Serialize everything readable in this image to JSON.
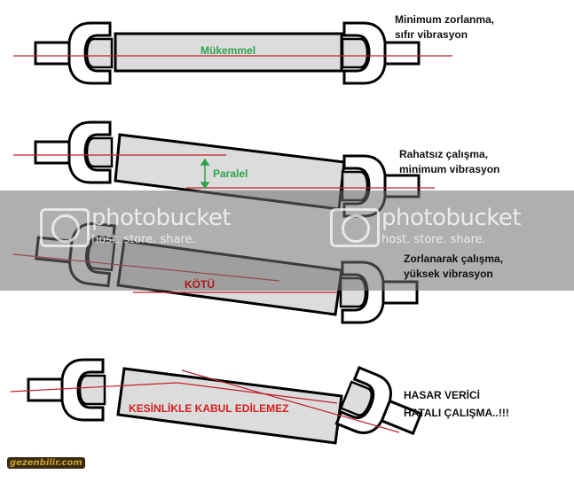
{
  "rows": [
    {
      "label": "Mükemmel",
      "label_color": "#2ea44f",
      "note": [
        "Minimum zorlanma,",
        "sıfır vibrasyon"
      ]
    },
    {
      "label": "Paralel",
      "label_color": "#2ea44f",
      "note": [
        "Rahatsız çalışma,",
        "minimum vibrasyon"
      ]
    },
    {
      "label": "KÖTÜ",
      "label_color": "#b01818",
      "note": [
        "Zorlanarak çalışma,",
        "yüksek vibrasyon"
      ]
    },
    {
      "label": "KESİNLİKLE KABUL EDİLEMEZ",
      "label_color": "#d42020",
      "note": [
        "HASAR VERİCİ",
        "HATALI ÇALIŞMA..!!!"
      ]
    }
  ],
  "watermark": {
    "brand": "photobucket",
    "tagline": "host. store. share."
  },
  "logo": "gezenbilir.com",
  "colors": {
    "shaft": "#dcdcdc",
    "axis_line": "#c0202a",
    "outline": "#000000"
  }
}
